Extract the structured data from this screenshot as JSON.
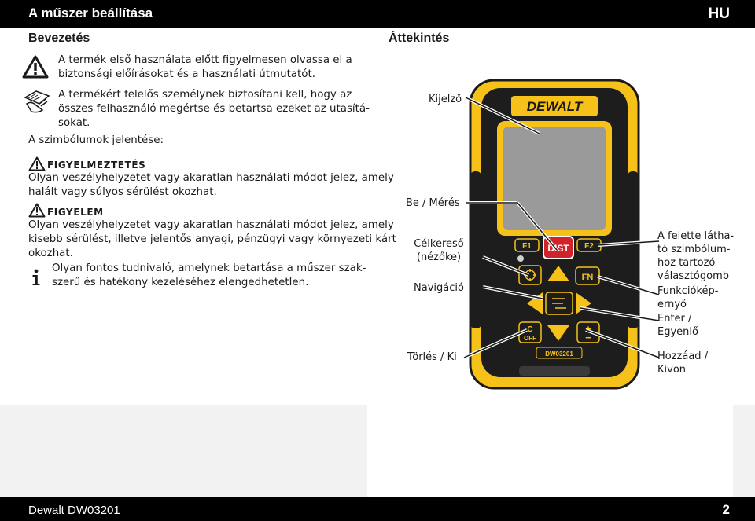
{
  "header": {
    "title": "A műszer beállítása",
    "lang": "HU"
  },
  "left": {
    "heading": "Bevezetés",
    "intro_lines": [
      "A termék első használata előtt figyelmesen olvassa el a",
      "biztonsági előírásokat és a használati útmutatót."
    ],
    "resp_lines": [
      "A termékért felelős személynek biztosítani kell, hogy az",
      "összes felhasználó megértse és betartsa ezeket az utasítá-",
      "sokat."
    ],
    "symbols_title": "A szimbólumok jelentése:",
    "warning_label": "FIGYELMEZTETÉS",
    "warning_lines": [
      "Olyan veszélyhelyzetet vagy akaratlan használati módot jelez, amely",
      "halált vagy súlyos sérülést okozhat."
    ],
    "caution_label": "FIGYELEM",
    "caution_lines": [
      "Olyan veszélyhelyzetet vagy akaratlan használati módot jelez, amely",
      "kisebb sérülést, illetve jelentős anyagi, pénzügyi vagy környezeti kárt",
      "okozhat."
    ],
    "info_lines": [
      "Olyan fontos tudnivaló, amelynek betartása a műszer szak-",
      "szerű és hatékony kezeléséhez elengedhetetlen."
    ]
  },
  "right": {
    "heading": "Áttekintés",
    "labels": {
      "display": "Kijelző",
      "on_measure": "Be / Mérés",
      "finder_lines": [
        "Célkereső",
        "(nézőke)"
      ],
      "navigation": "Navigáció",
      "clear_off": "Törlés / Ki",
      "above_lines": [
        "A felette látha-",
        "tó szimbólum-",
        "hoz tartozó",
        "választógomb"
      ],
      "func_lines": [
        "Funkciókép-",
        "ernyő"
      ],
      "enter_lines": [
        "Enter /",
        "Egyenlő"
      ],
      "add_lines": [
        "Hozzáad /",
        "Kivon"
      ]
    },
    "device": {
      "brand": "DEWALT",
      "btn_f1": "F1",
      "btn_f2": "F2",
      "btn_dist": "DIST",
      "btn_fn": "FN",
      "btn_c": "C",
      "btn_off": "OFF",
      "model": "DW03201",
      "colors": {
        "yellow": "#F6C21A",
        "red": "#D2232A",
        "body": "#1d1d1d"
      }
    }
  },
  "footer": {
    "model": "Dewalt DW03201",
    "page": "2"
  }
}
